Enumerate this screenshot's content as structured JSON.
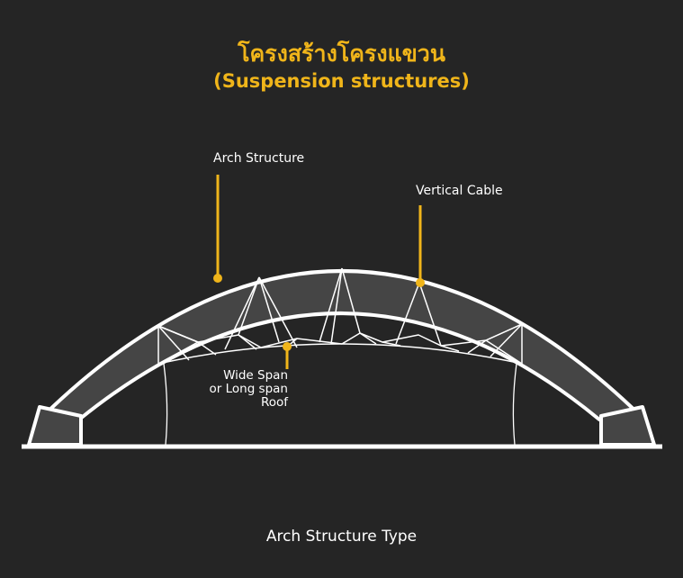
{
  "title": {
    "thai": "โครงสร้างโครงแขวน",
    "english": "(Suspension structures)"
  },
  "labels": {
    "arch": "Arch Structure",
    "cable": "Vertical Cable",
    "roof_line1": "Wide Span",
    "roof_line2": "or Long span",
    "roof_line3": "Roof"
  },
  "caption": "Arch Structure Type",
  "colors": {
    "background": "#252525",
    "accent": "#f0b51a",
    "arch_fill": "#454545",
    "line": "#ffffff"
  }
}
